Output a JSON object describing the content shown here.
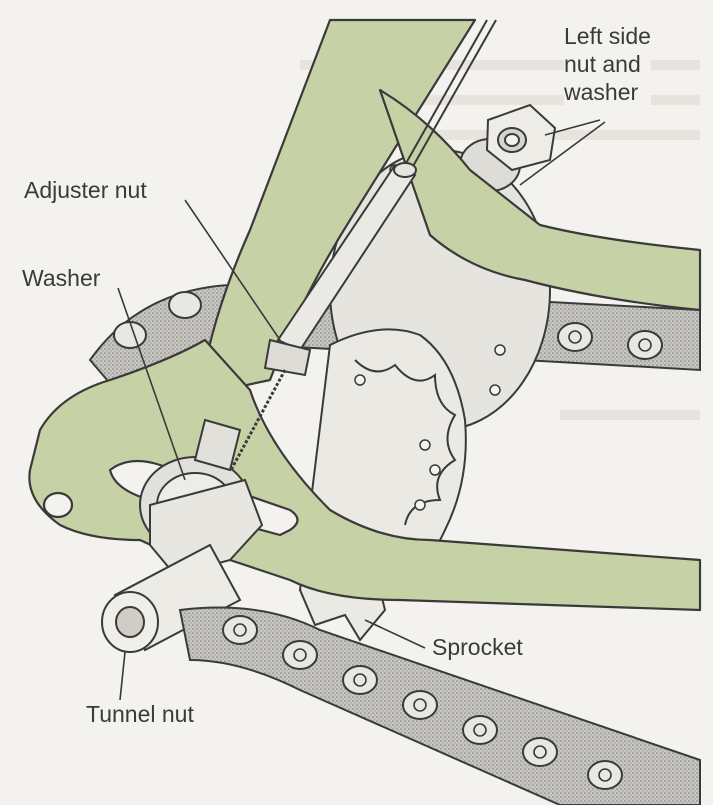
{
  "labels": {
    "left_side_nut": [
      "Left side",
      "nut and",
      "washer"
    ],
    "adjuster_nut": "Adjuster nut",
    "washer": "Washer",
    "sprocket": "Sprocket",
    "tunnel_nut": "Tunnel nut"
  },
  "colors": {
    "paper": "#f4f2ee",
    "frame": "#c6d2a6",
    "ink": "#3a3a3a",
    "metal_light": "#e8e6e0",
    "metal_mid": "#cfcdc6",
    "chain_stipple": "#9a9a9a"
  }
}
